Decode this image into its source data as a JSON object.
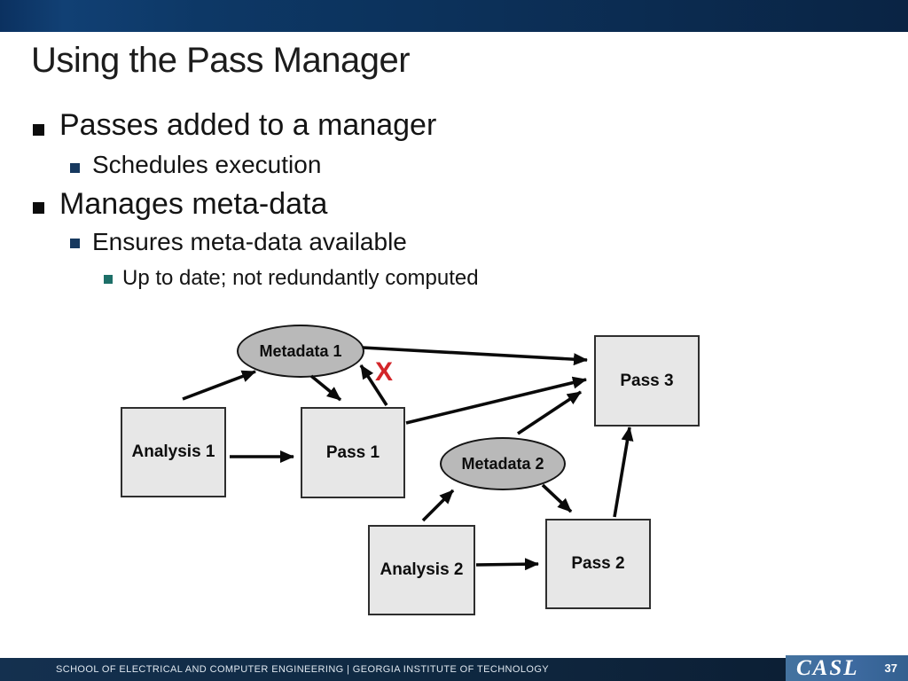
{
  "slide": {
    "title": "Using the Pass Manager",
    "bullets": [
      {
        "level": 1,
        "text": "Passes added to a manager"
      },
      {
        "level": 2,
        "text": "Schedules execution"
      },
      {
        "level": 1,
        "text": "Manages meta-data"
      },
      {
        "level": 2,
        "text": "Ensures meta-data available"
      },
      {
        "level": 3,
        "text": "Up to date; not redundantly computed"
      }
    ],
    "bullet_colors": {
      "level1": "#0d0d0d",
      "level2": "#17395f",
      "level3": "#1d6f68"
    }
  },
  "diagram": {
    "nodes": [
      {
        "id": "analysis1",
        "shape": "box",
        "label": "Analysis 1"
      },
      {
        "id": "pass1",
        "shape": "box",
        "label": "Pass 1"
      },
      {
        "id": "metadata1",
        "shape": "ellipse",
        "label": "Metadata 1"
      },
      {
        "id": "metadata2",
        "shape": "ellipse",
        "label": "Metadata 2"
      },
      {
        "id": "analysis2",
        "shape": "box",
        "label": "Analysis 2"
      },
      {
        "id": "pass2",
        "shape": "box",
        "label": "Pass 2"
      },
      {
        "id": "pass3",
        "shape": "box",
        "label": "Pass 3"
      }
    ],
    "edges": [
      {
        "from": "analysis1",
        "to": "metadata1"
      },
      {
        "from": "analysis1",
        "to": "pass1"
      },
      {
        "from": "metadata1",
        "to": "pass1"
      },
      {
        "from": "pass1",
        "to": "metadata1",
        "invalid": true
      },
      {
        "from": "metadata1",
        "to": "pass3"
      },
      {
        "from": "pass1",
        "to": "pass3"
      },
      {
        "from": "metadata2",
        "to": "pass3"
      },
      {
        "from": "pass2",
        "to": "pass3"
      },
      {
        "from": "analysis2",
        "to": "metadata2"
      },
      {
        "from": "analysis2",
        "to": "pass2"
      },
      {
        "from": "metadata2",
        "to": "pass2"
      }
    ],
    "invalid_marker": "X",
    "colors": {
      "box_fill": "#e7e7e7",
      "ellipse_fill": "#b9b9b9",
      "stroke": "#1a1a1a",
      "invalid": "#d3262a"
    }
  },
  "footer": {
    "text": "SCHOOL OF ELECTRICAL AND COMPUTER ENGINEERING | GEORGIA INSTITUTE OF TECHNOLOGY",
    "logo": "CASL",
    "page_number": "37",
    "colors": {
      "bar": "#122e4c",
      "logo_box": "#3d6aa0",
      "top_banner": "#0d3866"
    }
  }
}
